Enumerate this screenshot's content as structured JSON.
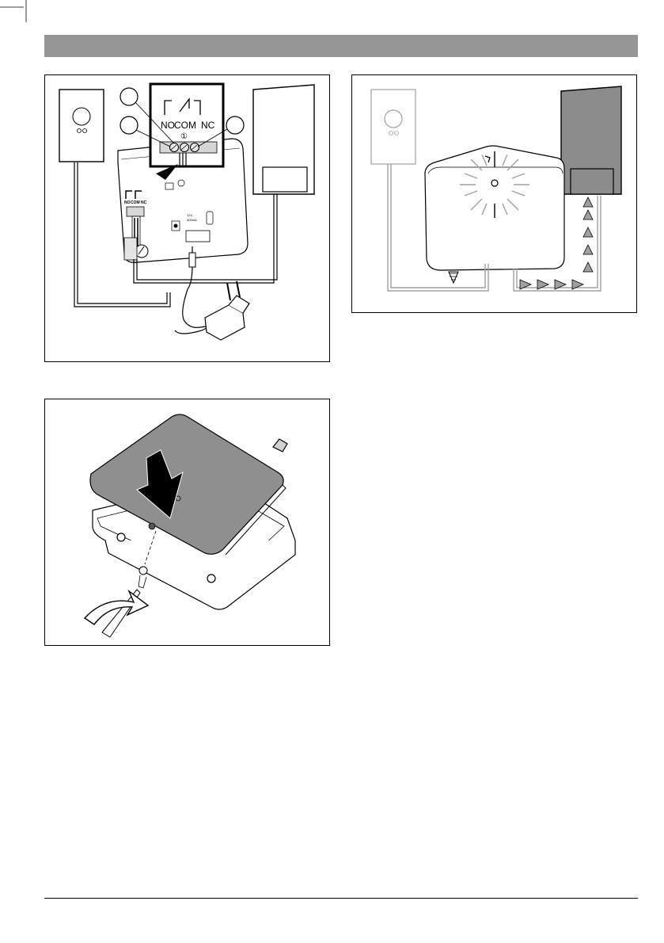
{
  "page": {
    "header_text": "",
    "footer_text": ""
  },
  "figure_wiring": {
    "terminal_no": "NO",
    "terminal_com": "COM",
    "terminal_nc": "NC",
    "terminal_group_marker": "①",
    "small_no": "NO",
    "small_com": "COM",
    "small_nc": "NC",
    "power_label_line1": "12V",
    "power_label_line2": "500mA"
  },
  "figure_signal": {},
  "figure_cover": {},
  "colors": {
    "header_bar": "#969696",
    "line": "#000000",
    "light_gray": "#c8c8c8",
    "mid_gray": "#a0a0a0",
    "dark_fill": "#8c8c8c"
  }
}
